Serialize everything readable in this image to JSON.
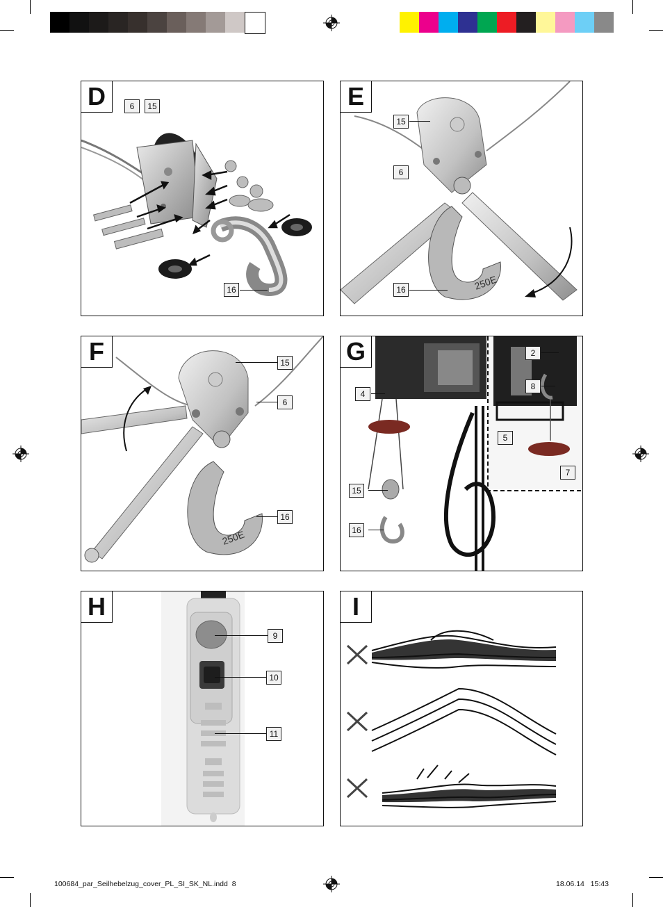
{
  "color_bar": {
    "grays": [
      "#000000",
      "#111111",
      "#1c1a19",
      "#292523",
      "#37302d",
      "#4b4340",
      "#6a5f5b",
      "#857a76",
      "#a39a97",
      "#cfc8c6",
      "#ffffff"
    ],
    "colors": [
      "#fff200",
      "#ec008c",
      "#00aeef",
      "#2e3192",
      "#00a651",
      "#ed1c24",
      "#231f20",
      "#fff799",
      "#f49ac1",
      "#6dcff6",
      "#898989"
    ]
  },
  "panels": {
    "D": {
      "letter": "D",
      "callouts": [
        "6",
        "15",
        "16"
      ]
    },
    "E": {
      "letter": "E",
      "callouts": [
        "15",
        "6",
        "16"
      ],
      "hook_stamp": "250E"
    },
    "F": {
      "letter": "F",
      "callouts": [
        "15",
        "6",
        "16"
      ],
      "hook_stamp": "250E"
    },
    "G": {
      "letter": "G",
      "callouts": [
        "4",
        "15",
        "16",
        "2",
        "8",
        "5",
        "7"
      ]
    },
    "H": {
      "letter": "H",
      "callouts": [
        "9",
        "10",
        "11"
      ]
    },
    "I": {
      "letter": "I",
      "marks": [
        "✕",
        "✕",
        "✕"
      ]
    }
  },
  "footer": {
    "file": "100684_par_Seilhebelzug_cover_PL_SI_SK_NL.indd",
    "page": "8",
    "date": "18.06.14",
    "time": "15:43"
  }
}
